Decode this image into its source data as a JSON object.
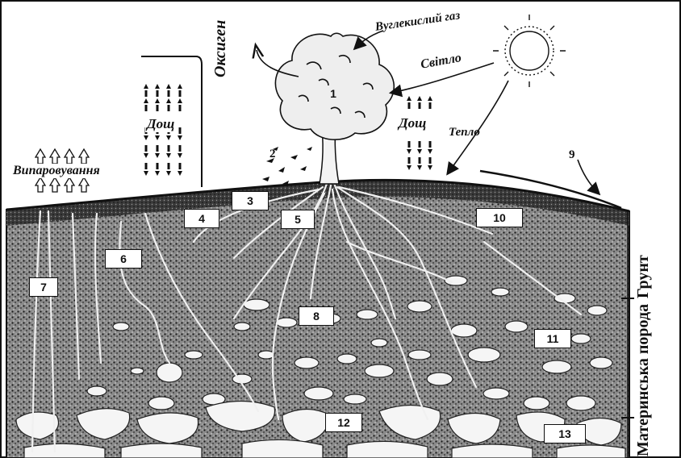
{
  "labels": {
    "oxygen": "Оксиген",
    "co2": "Вуглекислий газ",
    "light": "Світло",
    "heat": "Тепло",
    "rain_left": "Дощ",
    "rain_right": "Дощ",
    "evaporation": "Випаровування",
    "soil": "Грунт",
    "parent_rock": "Материнська порода"
  },
  "markers": [
    "1",
    "2",
    "3",
    "4",
    "5",
    "6",
    "7",
    "8",
    "9",
    "10",
    "11",
    "12",
    "13"
  ],
  "colors": {
    "ink": "#111111",
    "paper": "#ffffff",
    "soil": "#6f6f6f",
    "stone": "#f4f4f4"
  }
}
